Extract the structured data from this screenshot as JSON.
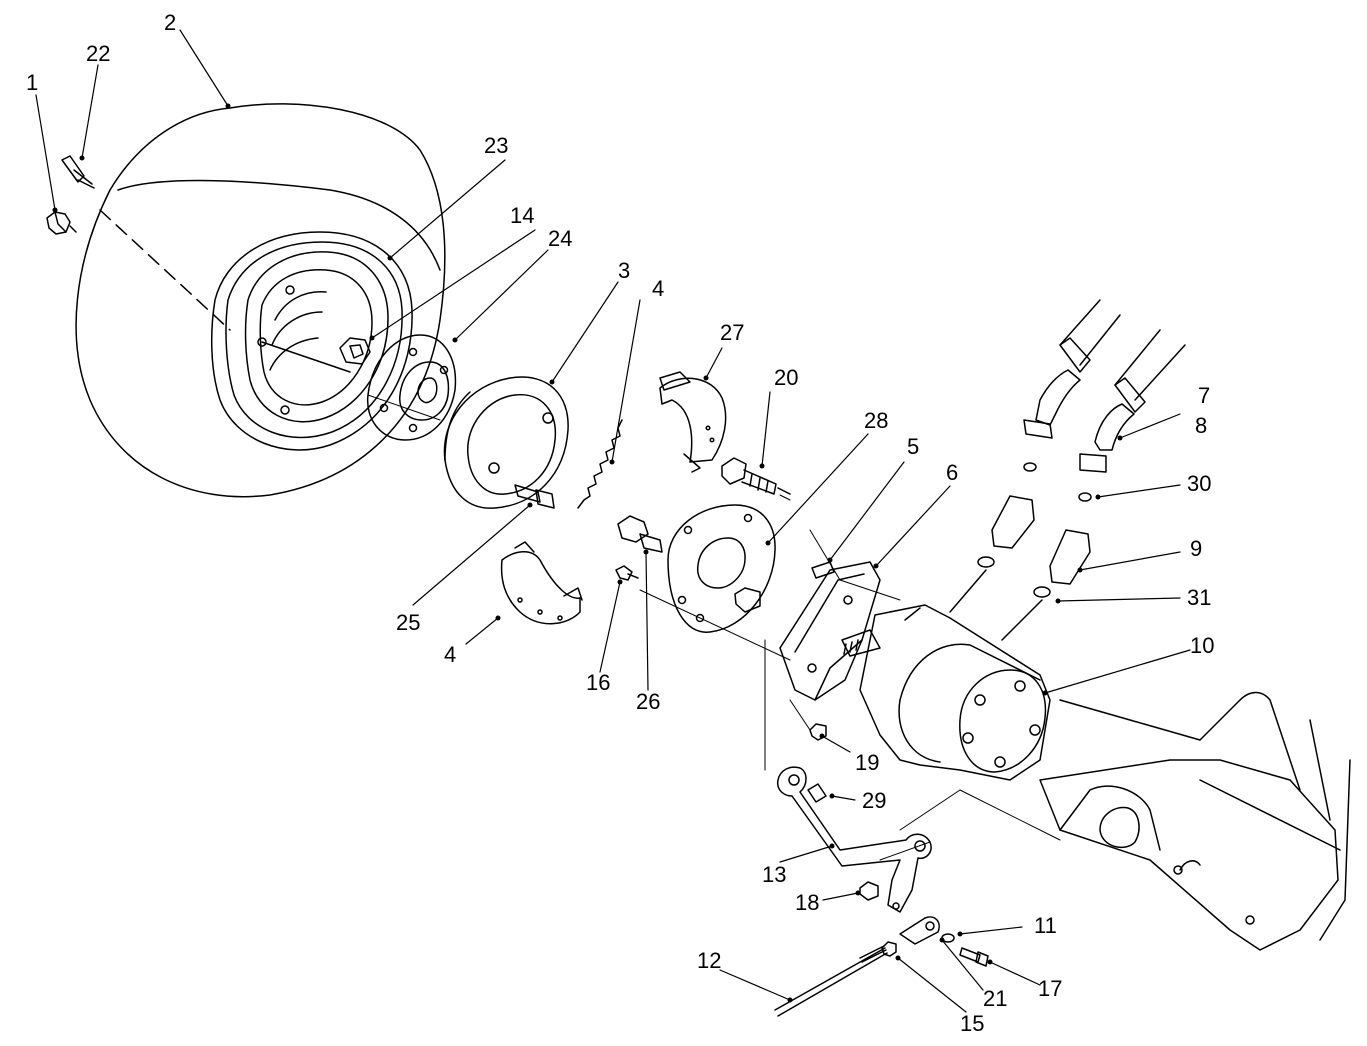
{
  "callouts": {
    "c1": "1",
    "c2": "2",
    "c3": "3",
    "c4a": "4",
    "c4b": "4",
    "c5": "5",
    "c6": "6",
    "c7": "7",
    "c8": "8",
    "c9": "9",
    "c10": "10",
    "c11": "11",
    "c12": "12",
    "c13": "13",
    "c14": "14",
    "c15": "15",
    "c16": "16",
    "c17": "17",
    "c18": "18",
    "c19": "19",
    "c20": "20",
    "c21": "21",
    "c22": "22",
    "c23": "23",
    "c24": "24",
    "c25": "25",
    "c26": "26",
    "c27": "27",
    "c28": "28",
    "c29": "29",
    "c30": "30",
    "c31": "31"
  },
  "colors": {
    "line": "#000000",
    "background": "#ffffff"
  }
}
